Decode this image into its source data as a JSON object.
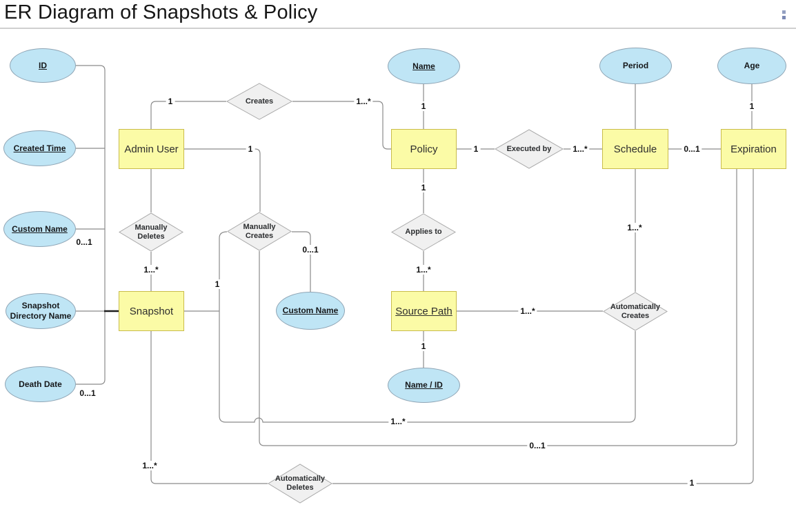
{
  "header": {
    "title": "ER Diagram of Snapshots & Policy"
  },
  "colors": {
    "entity_fill": "#FBFBA6",
    "entity_border": "#C9BC4A",
    "attribute_fill": "#BFE5F5",
    "attribute_border": "#8FA5B5",
    "relationship_fill": "#F0F0F0",
    "relationship_border": "#A6A6A6",
    "line": "#8A8A8A",
    "divider": "#CFCFCF"
  },
  "entities": {
    "admin_user": {
      "label": "Admin User"
    },
    "policy": {
      "label": "Policy"
    },
    "schedule": {
      "label": "Schedule"
    },
    "expiration": {
      "label": "Expiration"
    },
    "snapshot": {
      "label": "Snapshot"
    },
    "source_path": {
      "label": "Source Path"
    }
  },
  "attributes": {
    "id": {
      "label": "ID"
    },
    "created_time": {
      "label": "Created Time"
    },
    "custom_name_admin": {
      "label": "Custom Name"
    },
    "snapshot_directory_name": {
      "label": "Snapshot Directory Name"
    },
    "death_date": {
      "label": "Death Date"
    },
    "name": {
      "label": "Name"
    },
    "custom_name": {
      "label": "Custom Name"
    },
    "name_id": {
      "label": "Name / ID"
    },
    "period": {
      "label": "Period"
    },
    "age": {
      "label": "Age"
    }
  },
  "relationships": {
    "creates": {
      "label": "Creates"
    },
    "manually_deletes": {
      "label": "Manually Deletes"
    },
    "manually_creates": {
      "label": "Manually Creates"
    },
    "applies_to": {
      "label": "Applies to"
    },
    "executed_by": {
      "label": "Executed by"
    },
    "automatically_creates": {
      "label": "Automatically Creates"
    },
    "automatically_deletes": {
      "label": "Automatically Deletes"
    }
  },
  "cardinalities": {
    "c1": "1",
    "c2": "1...*",
    "c3": "1",
    "c4": "1",
    "c5": "1",
    "c6": "1...*",
    "c7": "0...1",
    "c8": "1",
    "c9": "1...*",
    "c10": "0...1",
    "c11": "0...1",
    "c12": "1",
    "c13": "0...1",
    "c14": "1",
    "c15": "1...*",
    "c16": "1",
    "c17": "1...*",
    "c18": "1...*",
    "c19": "1...*",
    "c20": "0...1",
    "c21": "1...*",
    "c22": "1"
  }
}
